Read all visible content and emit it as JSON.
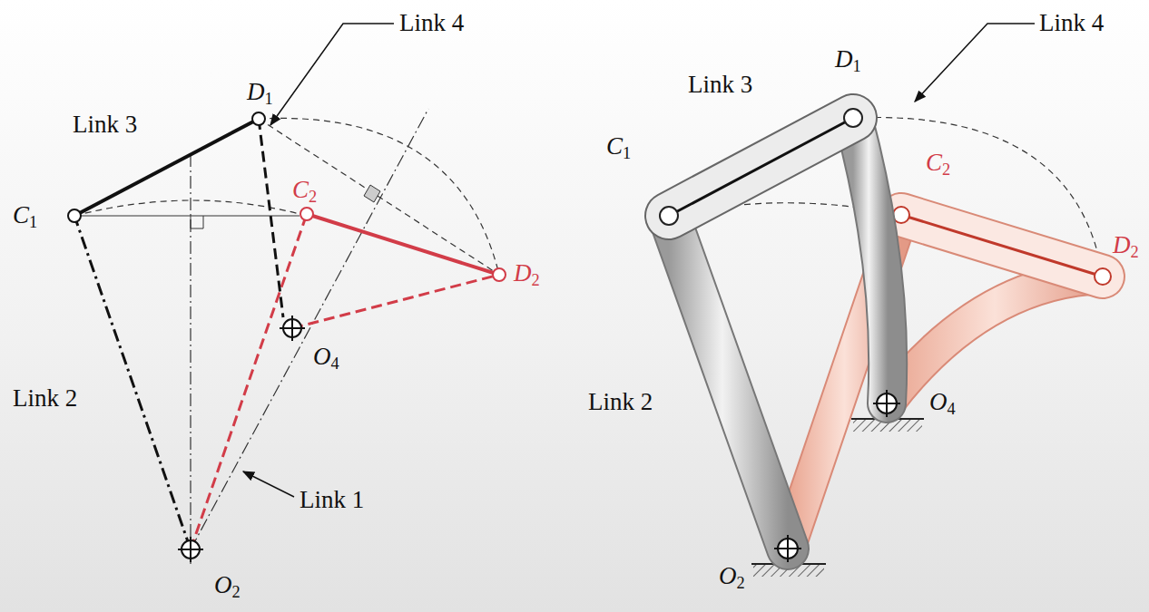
{
  "diagram": {
    "labels": [
      "Link 4",
      "D1",
      "Link 3",
      "C1",
      "C2",
      "D2",
      "O4",
      "Link 2",
      "Link 1",
      "O2",
      "D1",
      "Link 4",
      "Link 3",
      "C1",
      "C2",
      "D2",
      "O4",
      "Link 2",
      "O2"
    ]
  }
}
